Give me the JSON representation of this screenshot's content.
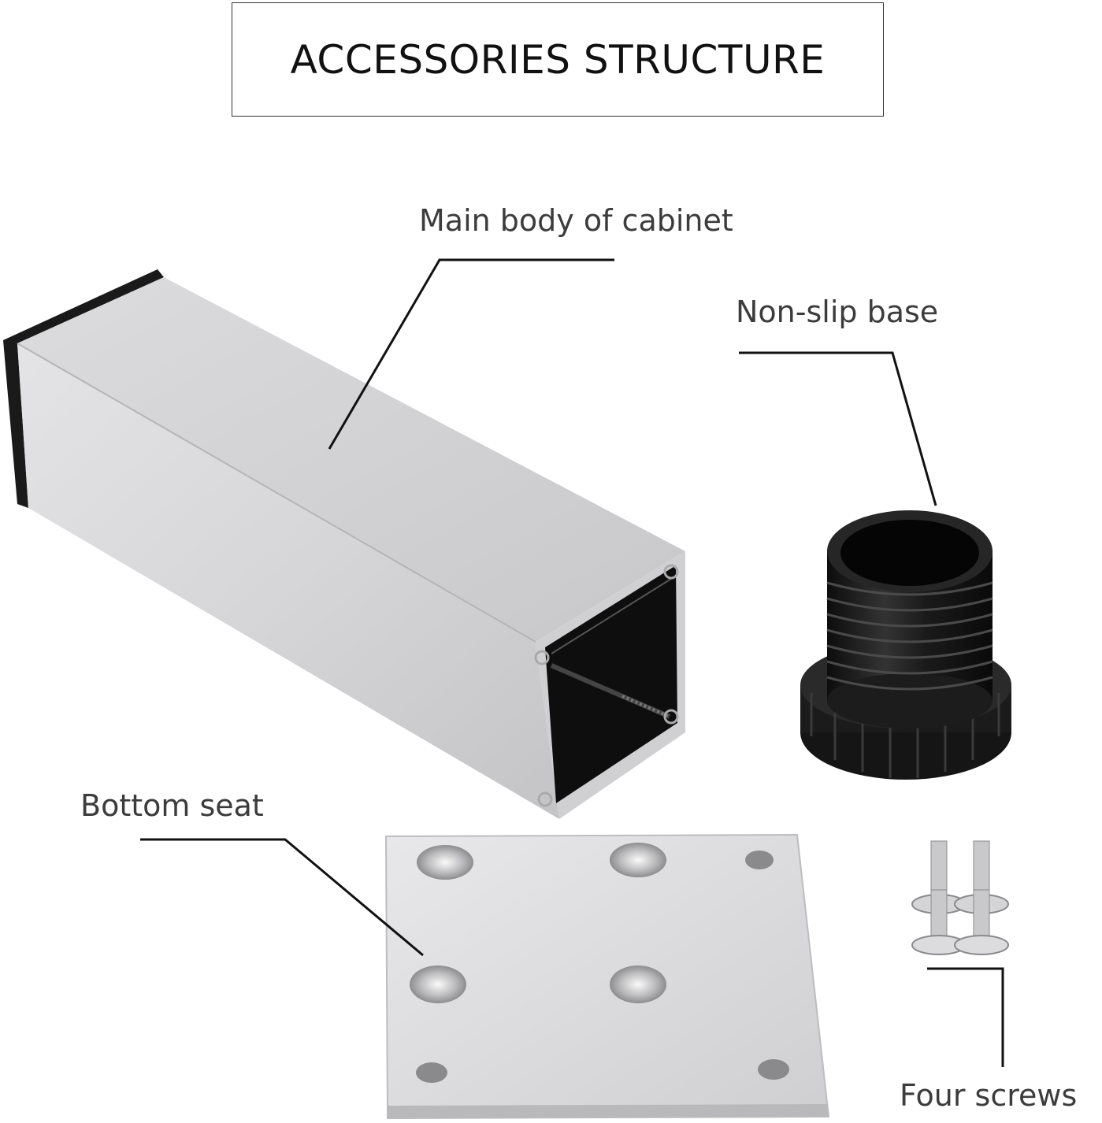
{
  "title": "ACCESSORIES STRUCTURE",
  "labels": {
    "main_body": "Main body of cabinet",
    "non_slip_base": "Non-slip base",
    "bottom_seat": "Bottom seat",
    "four_screws": "Four screws"
  },
  "colors": {
    "aluminum": "#d8d8d8",
    "dark_plastic": "#1a1a1a",
    "text": "#3c3c3c",
    "leader_line": "#111111"
  }
}
